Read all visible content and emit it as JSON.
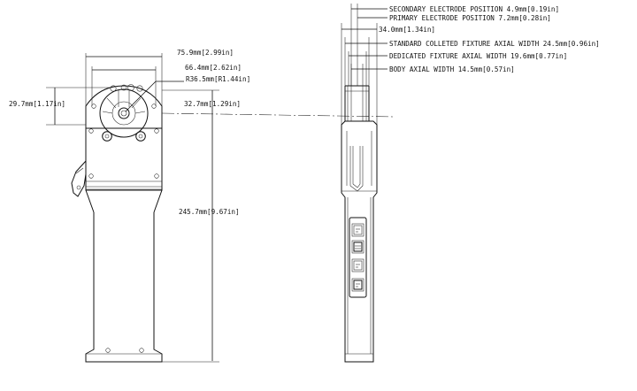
{
  "dimensions": {
    "front": {
      "overall_width": "75.9mm[2.99in]",
      "inner_width": "66.4mm[2.62in]",
      "radius": "R36.5mm[R1.44in]",
      "head_height_left": "29.7mm[1.17in]",
      "head_height_right": "32.7mm[1.29in]",
      "overall_length": "245.7mm[9.67in]"
    },
    "side": {
      "secondary_electrode": "SECONDARY ELECTRODE POSITION 4.9mm[0.19in]",
      "primary_electrode": "PRIMARY ELECTRODE POSITION 7.2mm[0.28in]",
      "overall_depth": "34.0mm[1.34in]",
      "standard_fixture": "STANDARD COLLETED FIXTURE AXIAL WIDTH 24.5mm[0.96in]",
      "dedicated_fixture": "DEDICATED FIXTURE AXIAL WIDTH 19.6mm[0.77in]",
      "body_width": "BODY AXIAL WIDTH 14.5mm[0.57in]"
    }
  },
  "colors": {
    "line": "#111111",
    "background": "#ffffff"
  }
}
